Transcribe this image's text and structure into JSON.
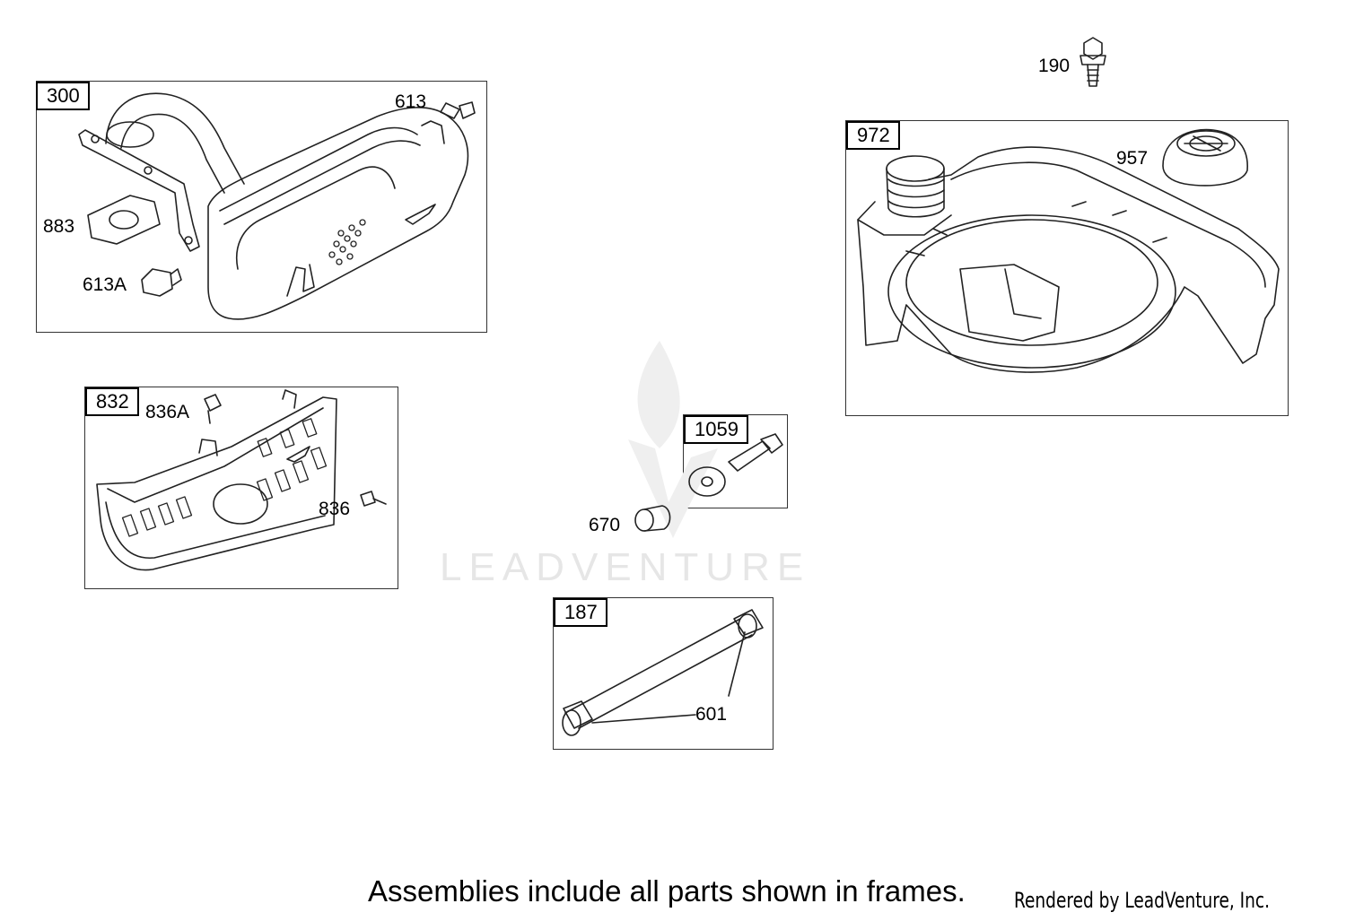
{
  "assemblies": {
    "muffler": "300",
    "guard": "832",
    "kit": "1059",
    "hose": "187",
    "tank": "972"
  },
  "callouts": {
    "p613": "613",
    "p883": "883",
    "p613a": "613A",
    "p836a": "836A",
    "p836": "836",
    "p670": "670",
    "p601": "601",
    "p190": "190",
    "p957": "957"
  },
  "watermark": "LEADVENTURE",
  "footer": {
    "note": "Assemblies include all parts shown in frames.",
    "credit": "Rendered by LeadVenture, Inc."
  }
}
